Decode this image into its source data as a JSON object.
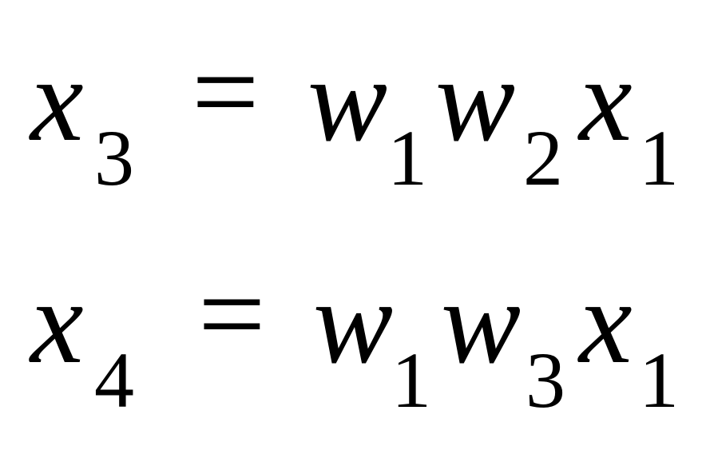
{
  "equations": [
    {
      "lhs": {
        "var": "x",
        "sub": "3"
      },
      "op": "=",
      "rhs": [
        {
          "var": "w",
          "sub": "1"
        },
        {
          "var": "w",
          "sub": "2"
        },
        {
          "var": "x",
          "sub": "1"
        }
      ]
    },
    {
      "lhs": {
        "var": "x",
        "sub": "4"
      },
      "op": "=",
      "rhs": [
        {
          "var": "w",
          "sub": "1"
        },
        {
          "var": "w",
          "sub": "3"
        },
        {
          "var": "x",
          "sub": "1"
        }
      ]
    }
  ]
}
